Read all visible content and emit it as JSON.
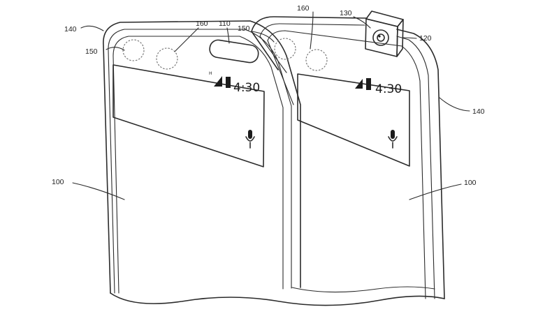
{
  "labels": {
    "screen_left": "100",
    "screen_right": "100",
    "notch": "110",
    "popup_module": "120",
    "popup_camera": "130",
    "frame_left": "140",
    "frame_right": "140",
    "sensor_left_front": "150",
    "sensor_right_front": "150",
    "sensor_left_rear": "160",
    "sensor_right_rear": "160"
  },
  "status_bar": {
    "left_phone": {
      "network": "H",
      "time": "4:30"
    },
    "right_phone": {
      "time": "4:30"
    }
  },
  "icons": {
    "search_bar_icon": "microphone-icon",
    "signal": "signal-icon",
    "battery": "battery-icon",
    "camera": "camera-lens-icon"
  }
}
